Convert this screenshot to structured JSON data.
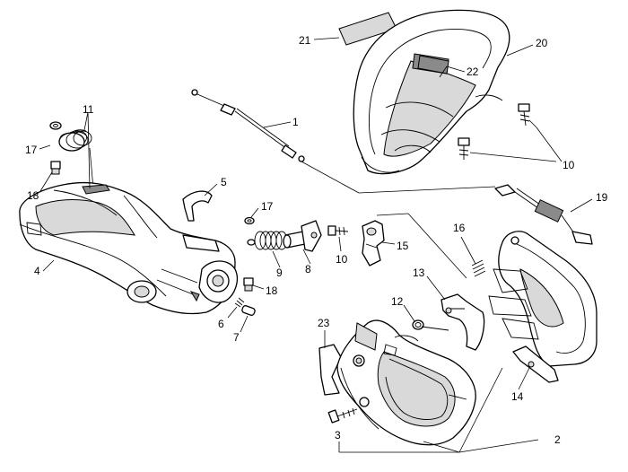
{
  "callouts": {
    "c1": "1",
    "c2": "2",
    "c3": "3",
    "c4": "4",
    "c5": "5",
    "c6": "6",
    "c7": "7",
    "c8": "8",
    "c9": "9",
    "c10a": "10",
    "c10b": "10",
    "c11": "11",
    "c12": "12",
    "c13": "13",
    "c14": "14",
    "c15": "15",
    "c16": "16",
    "c17a": "17",
    "c17b": "17",
    "c18a": "18",
    "c18b": "18",
    "c19": "19",
    "c20": "20",
    "c21": "21",
    "c22": "22",
    "c23": "23"
  }
}
